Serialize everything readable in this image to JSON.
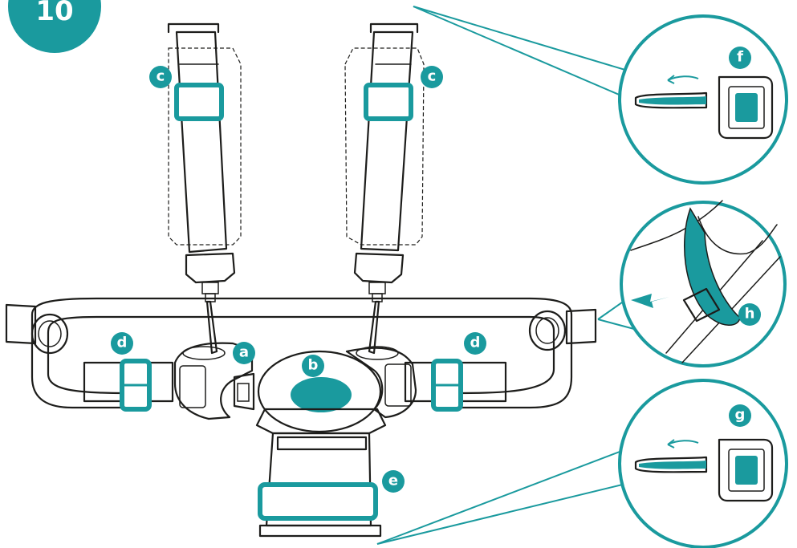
{
  "step": {
    "number": "10"
  },
  "labels": {
    "a": "a",
    "b": "b",
    "c": "c",
    "d": "d",
    "e": "e",
    "f": "f",
    "g": "g",
    "h": "h"
  },
  "colors": {
    "accent": "#1a9a9e",
    "line": "#1d1d1b",
    "background": "#ffffff"
  },
  "icons": {
    "arrow_thin": "curved-arrow-icon",
    "arrow_bold": "bold-arrow-icon"
  }
}
